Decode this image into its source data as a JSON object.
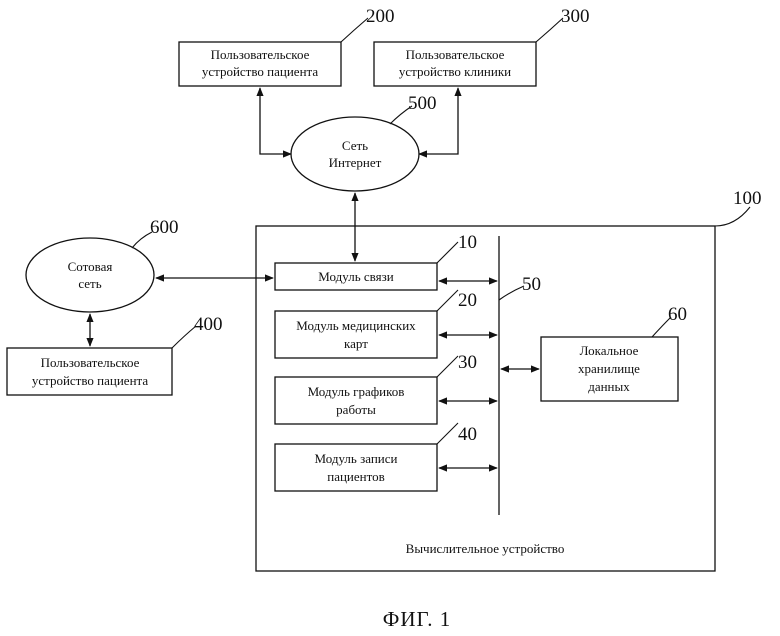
{
  "figure": {
    "caption": "ФИГ. 1"
  },
  "nodes": {
    "patient_device_top": {
      "ref": "200",
      "lines": [
        "Пользовательское",
        "устройство пациента"
      ]
    },
    "clinic_device": {
      "ref": "300",
      "lines": [
        "Пользовательское",
        "устройство клиники"
      ]
    },
    "internet": {
      "ref": "500",
      "lines": [
        "Сеть",
        "Интернет"
      ]
    },
    "cellular": {
      "ref": "600",
      "lines": [
        "Сотовая",
        "сеть"
      ]
    },
    "patient_device_left": {
      "ref": "400",
      "lines": [
        "Пользовательское",
        "устройство пациента"
      ]
    },
    "computing_device": {
      "ref": "100",
      "label": "Вычислительное устройство"
    },
    "comm_module": {
      "ref": "10",
      "lines": [
        "Модуль связи"
      ]
    },
    "records_module": {
      "ref": "20",
      "lines": [
        "Модуль медицинских",
        "карт"
      ]
    },
    "schedule_module": {
      "ref": "30",
      "lines": [
        "Модуль графиков",
        "работы"
      ]
    },
    "appointment_module": {
      "ref": "40",
      "lines": [
        "Модуль записи",
        "пациентов"
      ]
    },
    "bus": {
      "ref": "50"
    },
    "local_storage": {
      "ref": "60",
      "lines": [
        "Локальное",
        "хранилище",
        "данных"
      ]
    }
  }
}
